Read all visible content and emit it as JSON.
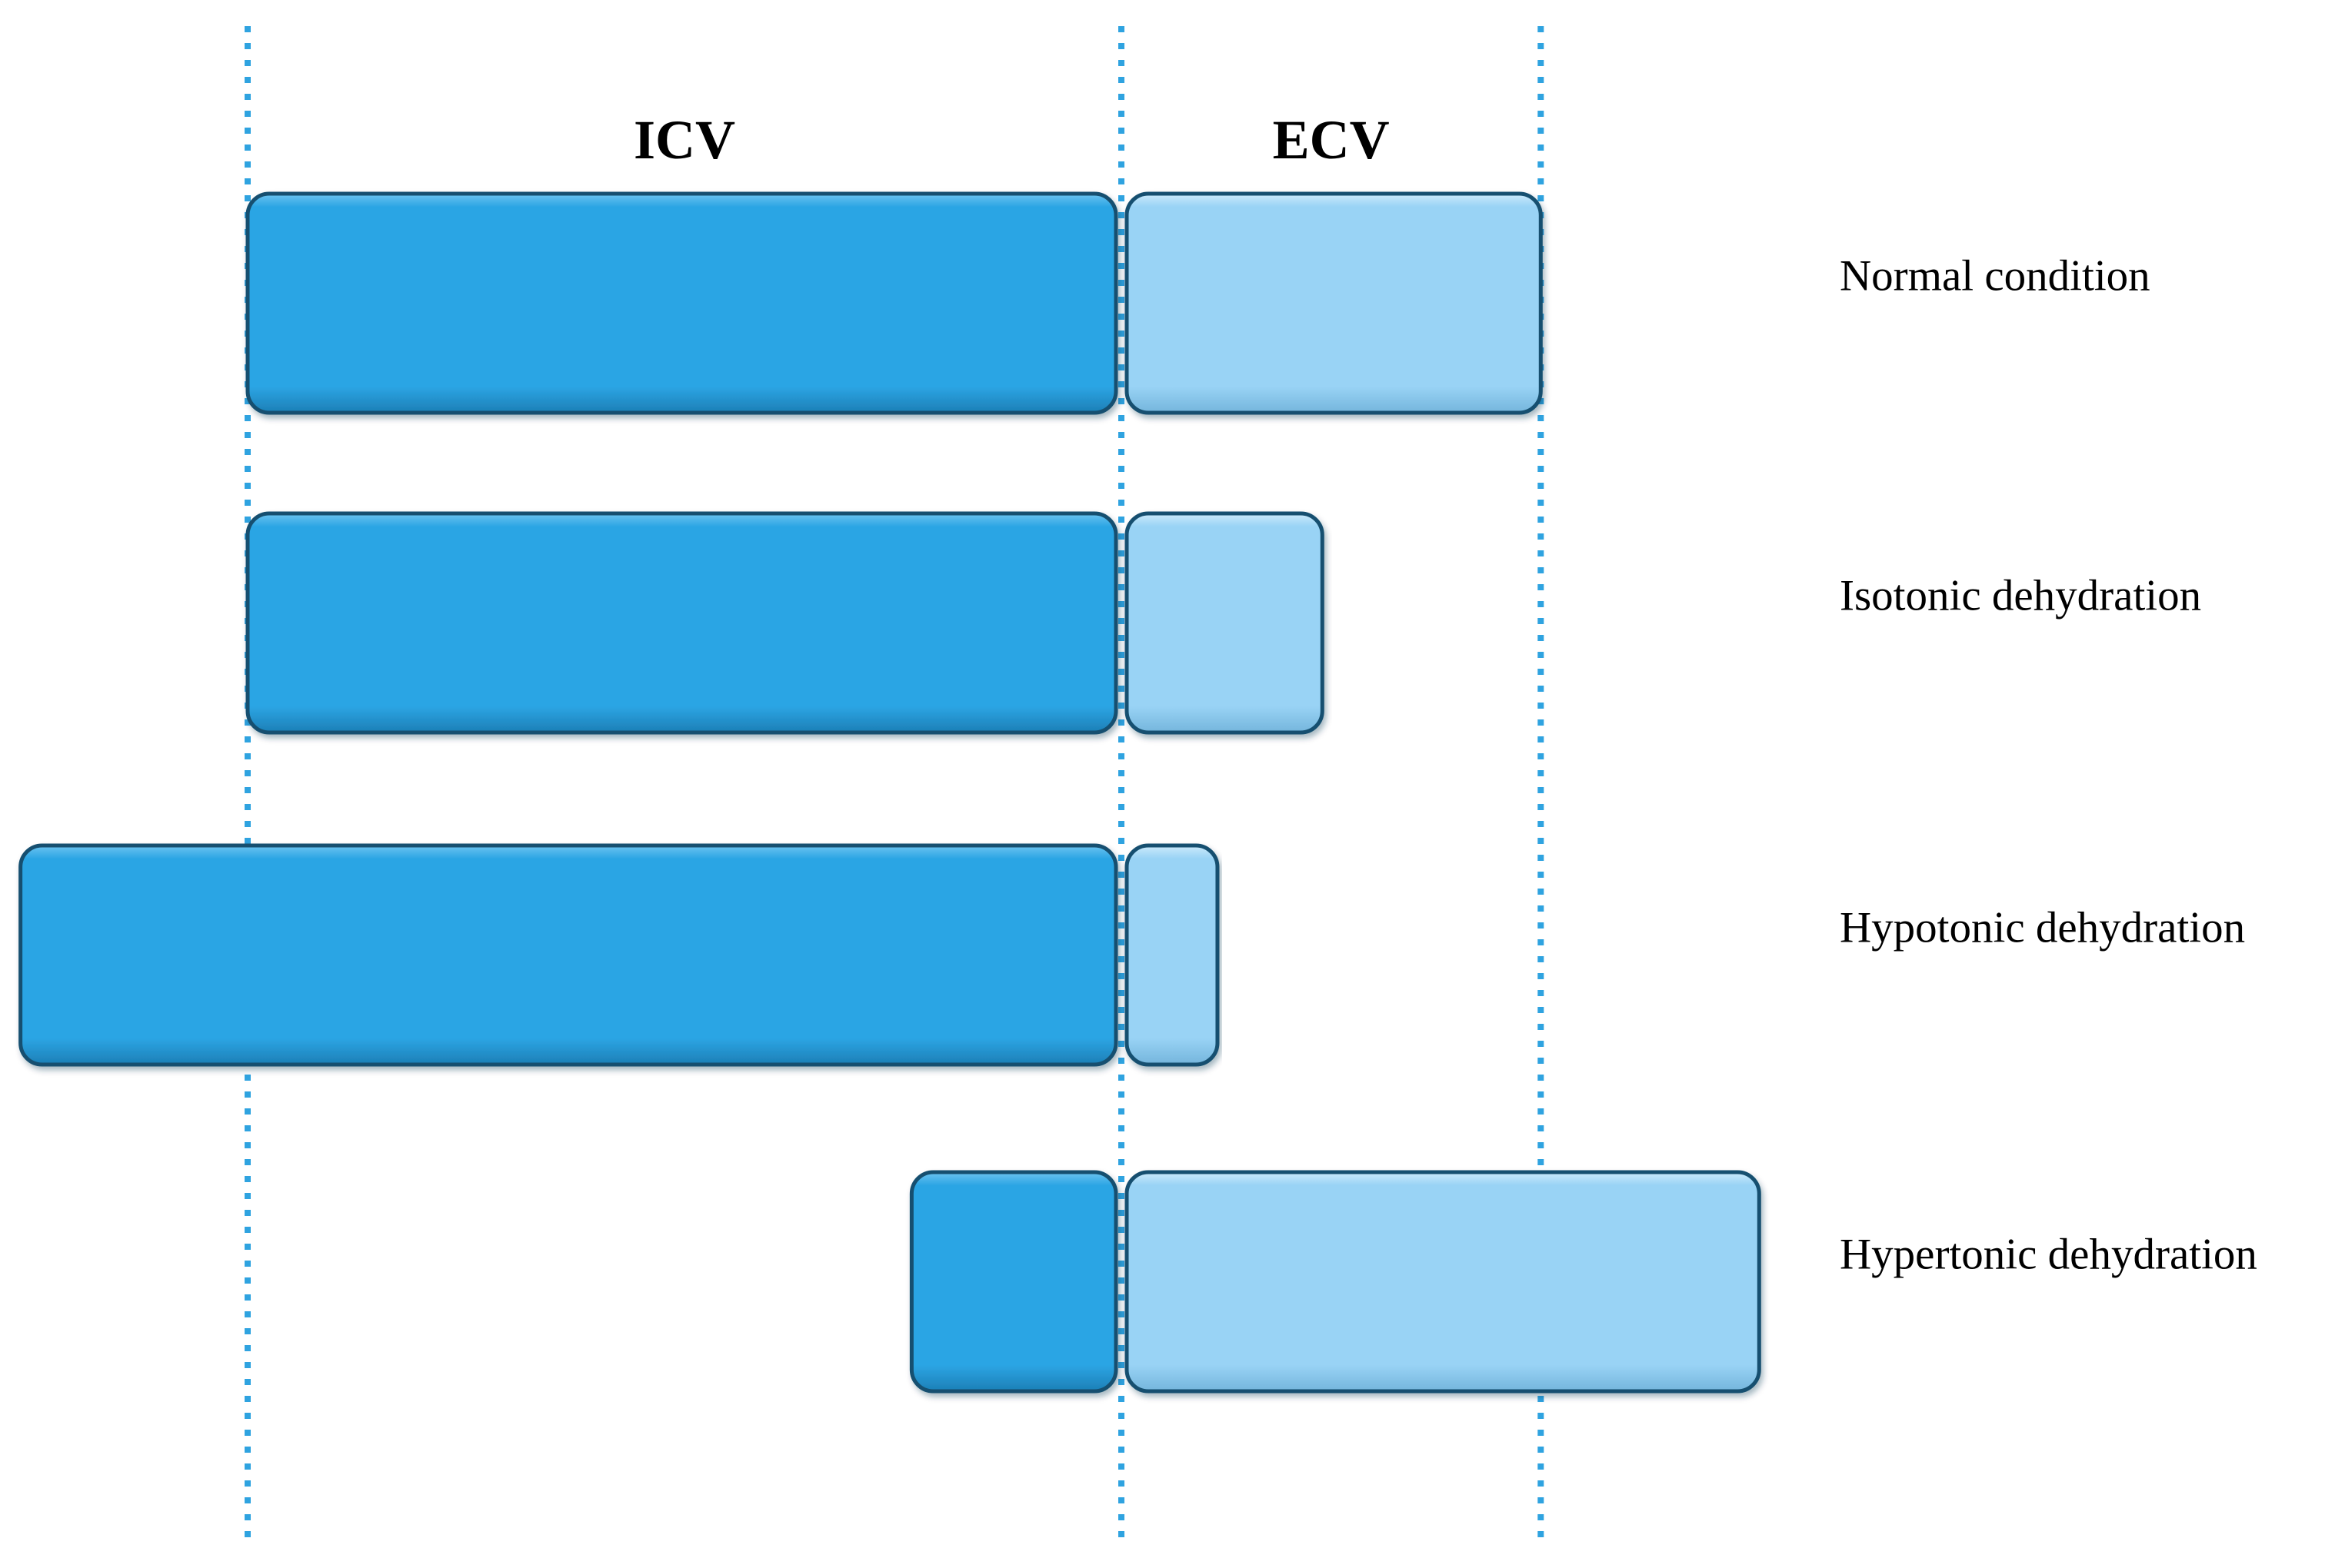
{
  "headers": {
    "icv": "ICV",
    "ecv": "ECV"
  },
  "colors": {
    "icv_fill": "#2ca5e4",
    "ecv_fill": "#99d3f5",
    "divider": "#2fa3e0",
    "outline": "#14506f"
  },
  "reference": {
    "icv": 100,
    "ecv": 48
  },
  "rows": [
    {
      "label": "Normal condition",
      "icv": 100,
      "ecv": 48
    },
    {
      "label": "Isotonic dehydration",
      "icv": 100,
      "ecv": 23
    },
    {
      "label": "Hypotonic dehydration",
      "icv": 126,
      "ecv": 11
    },
    {
      "label": "Hypertonic dehydration",
      "icv": 24,
      "ecv": 73
    }
  ]
}
